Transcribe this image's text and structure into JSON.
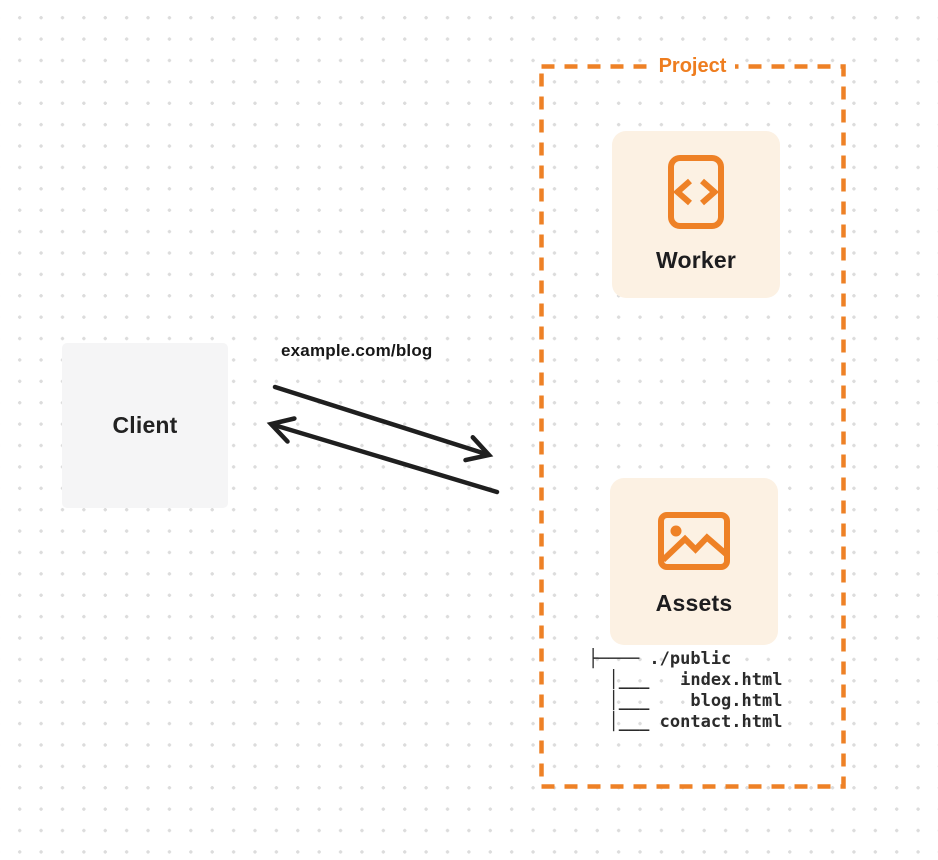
{
  "client": {
    "label": "Client"
  },
  "request": {
    "label": "example.com/blog"
  },
  "project": {
    "label": "Project",
    "worker": {
      "label": "Worker",
      "icon": "code-document-icon"
    },
    "assets": {
      "label": "Assets",
      "icon": "image-icon",
      "file_tree": "├──── ./public\n  │___   index.html\n  │___    blog.html\n  │___ contact.html"
    }
  },
  "arrows": {
    "request_direction": "client-to-project",
    "response_direction": "project-to-client"
  },
  "colors": {
    "accent_orange": "#ee8126",
    "card_background": "#fcf1e3",
    "client_background": "#f5f5f6",
    "ink": "#1f1f1f",
    "dot_grid": "#dcdcdc"
  }
}
